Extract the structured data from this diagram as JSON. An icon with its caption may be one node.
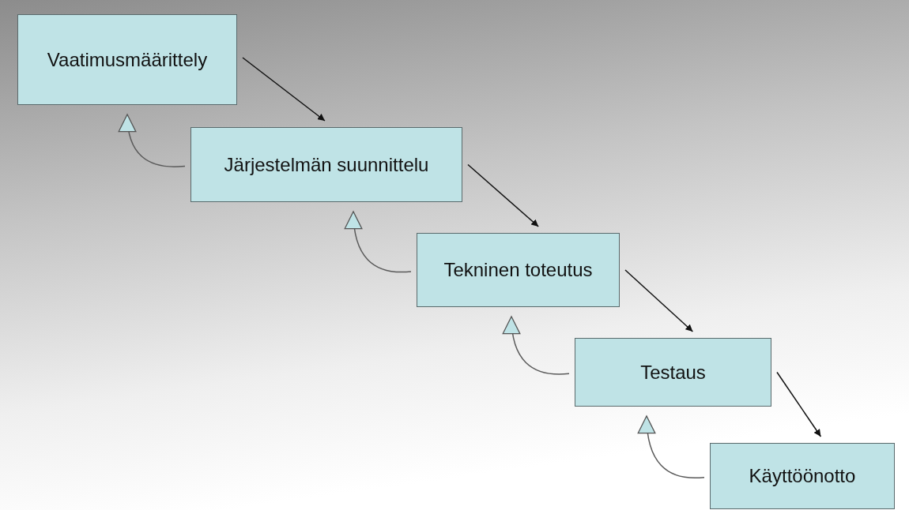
{
  "diagram": {
    "nodes": [
      {
        "text": [
          "Vaatimusmäärittely"
        ]
      },
      {
        "text": [
          "Järjestelmän suunnittelu"
        ]
      },
      {
        "text": [
          "Tekninen toteutus"
        ]
      },
      {
        "text": [
          "Testaus"
        ]
      },
      {
        "text": [
          "Käyttöönotto"
        ]
      }
    ],
    "edges": [
      {
        "from": 0,
        "to": 1,
        "arrow": "to"
      },
      {
        "from": 1,
        "to": 2,
        "arrow": "to"
      },
      {
        "from": 2,
        "to": 3,
        "arrow": "to"
      },
      {
        "from": 3,
        "to": 4,
        "arrow": "to"
      },
      {
        "from": 1,
        "to": 0,
        "arrow": "to",
        "color": "#5a5a5a"
      },
      {
        "from": 2,
        "to": 1,
        "arrow": "to",
        "color": "#5a5a5a"
      },
      {
        "from": 3,
        "to": 2,
        "arrow": "to",
        "color": "#5a5a5a"
      },
      {
        "from": 4,
        "to": 3,
        "arrow": "to",
        "color": "#5a5a5a"
      }
    ]
  }
}
